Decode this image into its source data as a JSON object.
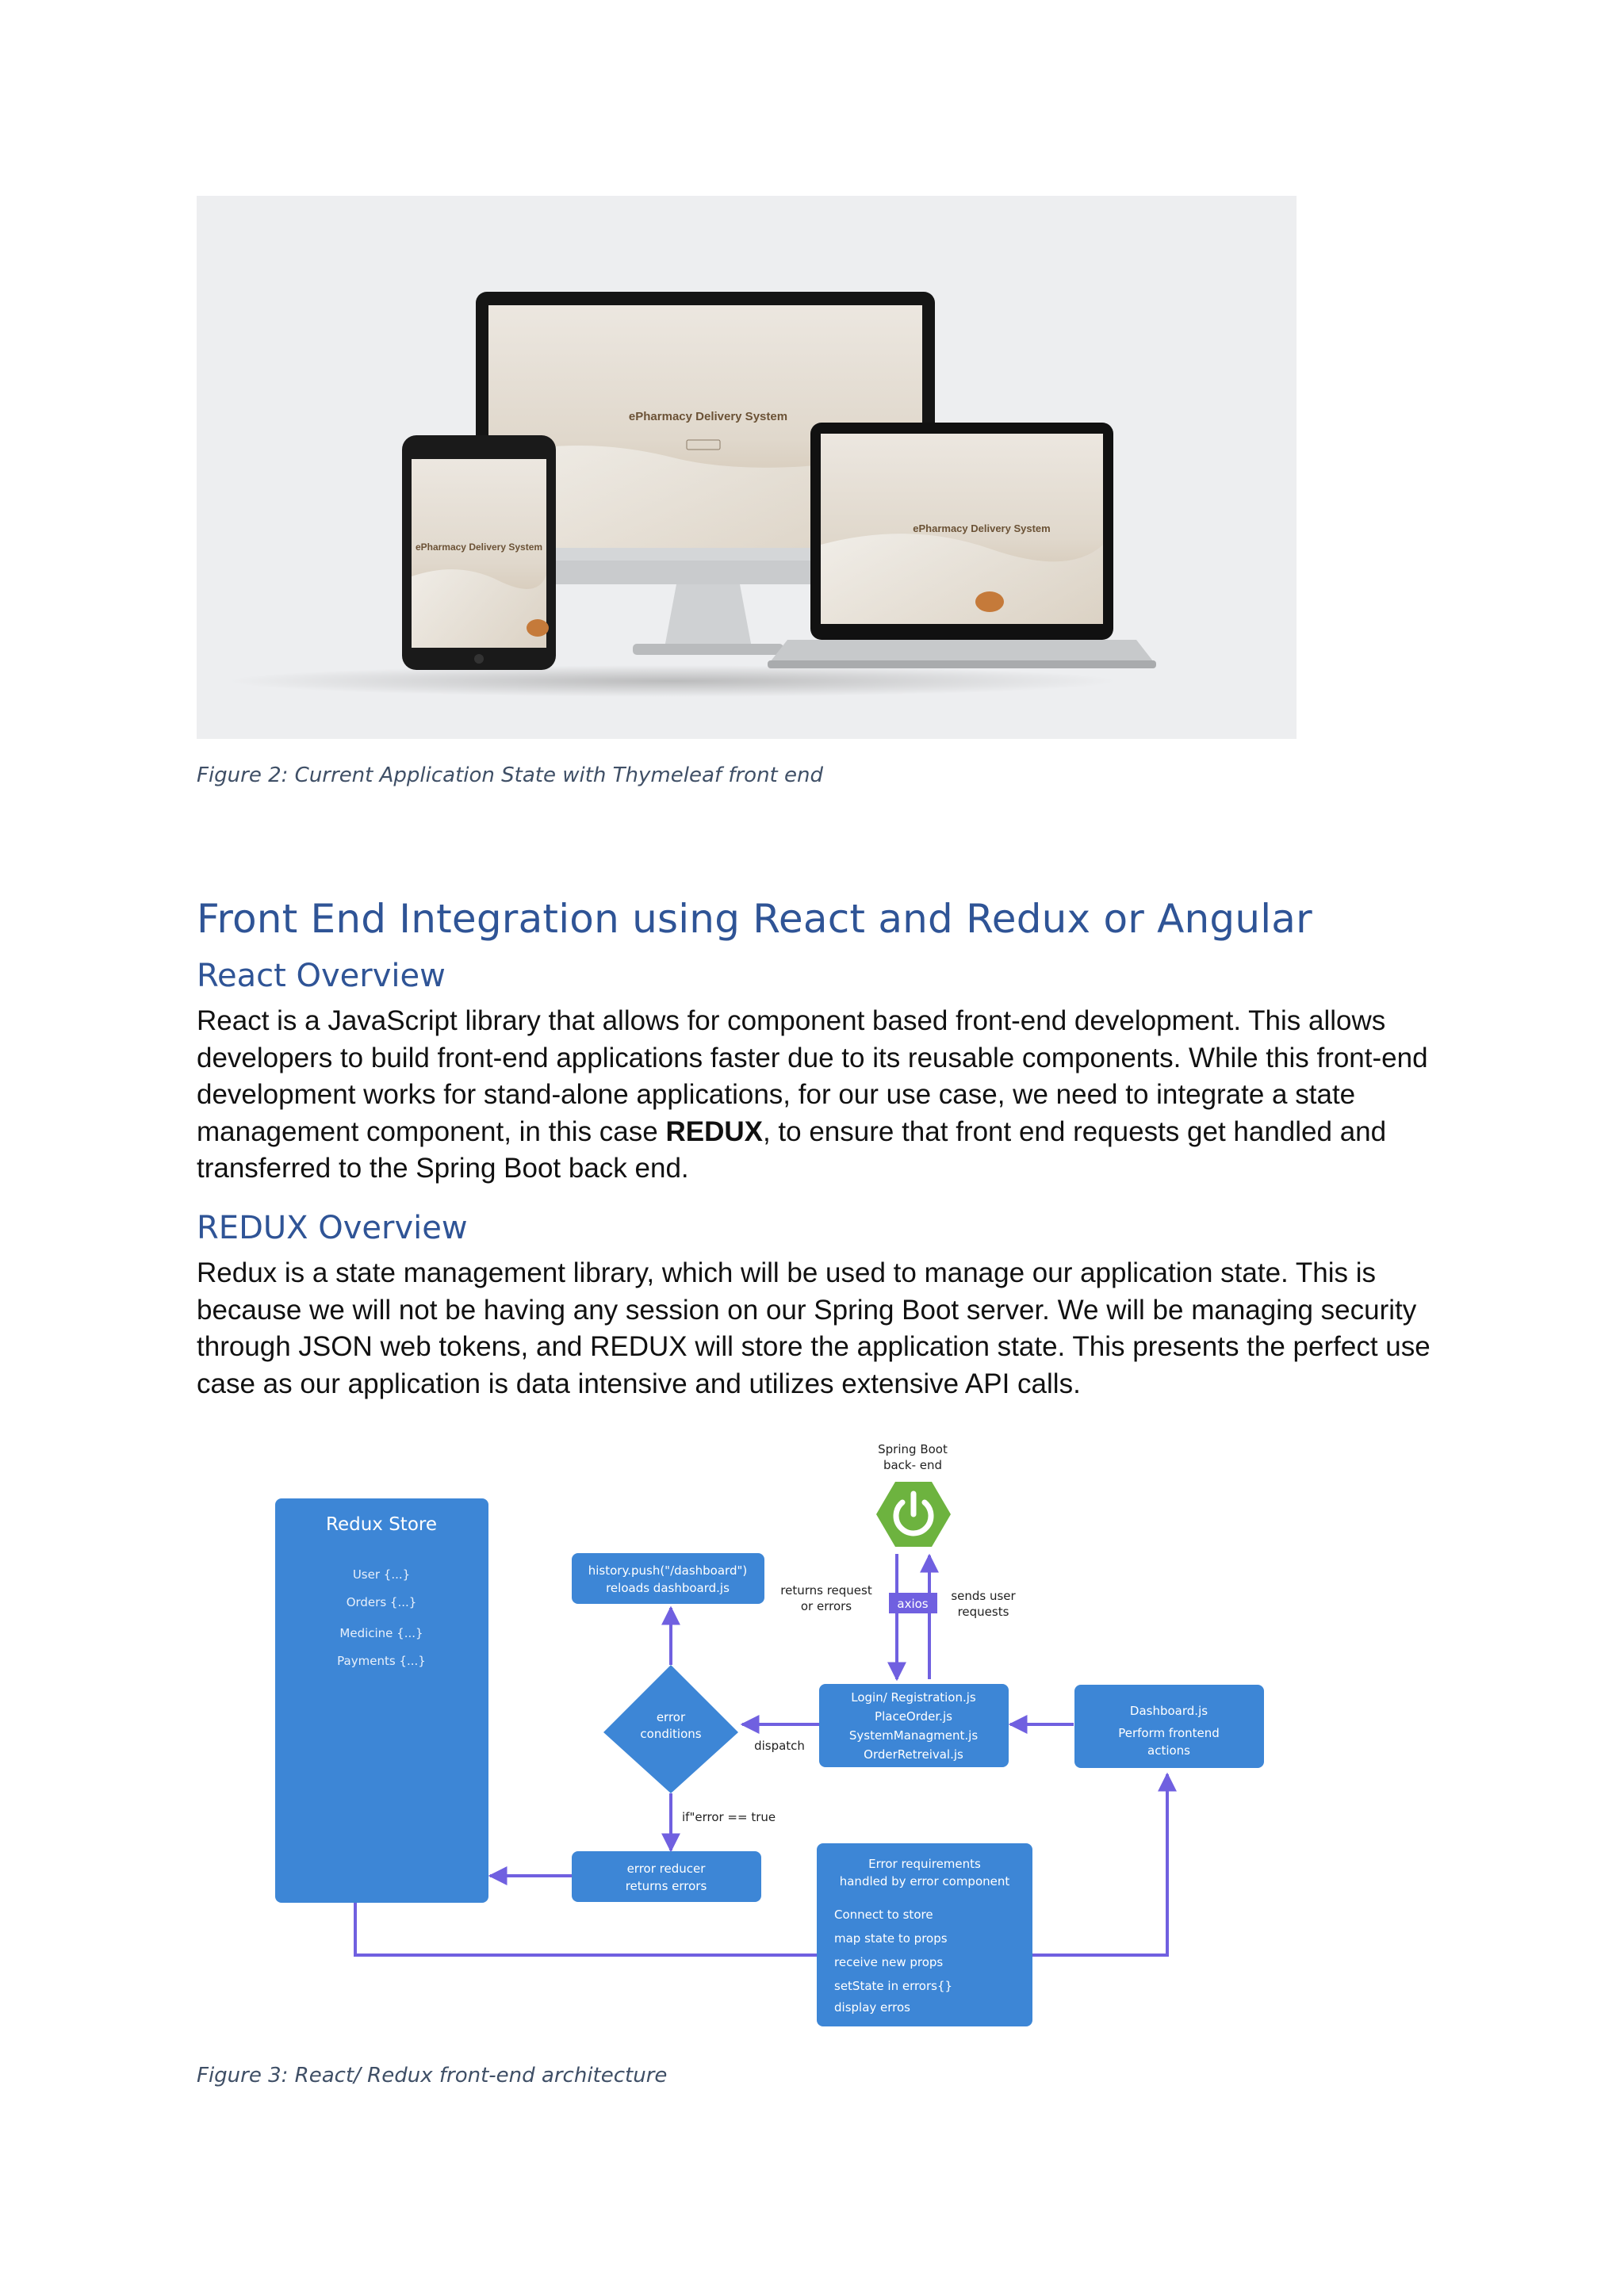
{
  "figure2": {
    "screen_title": "ePharmacy Delivery System",
    "caption": "Figure 2: Current Application State with Thymeleaf front end"
  },
  "section": {
    "heading": "Front End Integration using React and Redux or Angular",
    "react": {
      "title": "React Overview",
      "para_before_bold": "React is a JavaScript library that allows for component based front-end development. This allows developers to build front-end applications faster due to its reusable components. While this front-end development works for stand-alone applications, for our use case, we need to integrate a state management component, in this case ",
      "bold": "REDUX",
      "para_after_bold": ", to ensure that front end requests get handled and transferred to the Spring Boot back end."
    },
    "redux": {
      "title": "REDUX Overview",
      "para": "Redux is a state management library, which will be used to manage our application state. This is because we will not be having any session on our Spring Boot server. We will be managing security through JSON web tokens, and REDUX will store the application state. This presents the perfect use case as our application is data intensive and utilizes extensive API calls."
    }
  },
  "figure3": {
    "caption": "Figure 3: React/ Redux front-end architecture",
    "colors": {
      "box": "#3d86d6",
      "arrow": "#7060e0",
      "spring": "#6db33f"
    },
    "spring": {
      "line1": "Spring Boot",
      "line2": "back- end",
      "icon": "power-icon"
    },
    "store": {
      "title": "Redux Store",
      "items": [
        "User {...}",
        "Orders {...}",
        "Medicine {...}",
        "Payments {...}"
      ]
    },
    "history": {
      "line1": "history.push(\"/dashboard\")",
      "line2": "reloads dashboard.js"
    },
    "returns_label": {
      "line1": "returns request",
      "line2": "or errors"
    },
    "axios": "axios",
    "sends_label": {
      "line1": "sends user",
      "line2": "requests"
    },
    "decision": {
      "line1": "error",
      "line2": "conditions"
    },
    "components": [
      "Login/ Registration.js",
      "PlaceOrder.js",
      "SystemManagment.js",
      "OrderRetreival.js"
    ],
    "dispatch": "dispatch",
    "dashboard": {
      "line1": "Dashboard.js",
      "line2": "Perform frontend",
      "line3": "actions"
    },
    "if_label": "if\"error == true",
    "reducer": {
      "line1": "error reducer",
      "line2": "returns errors"
    },
    "error_box": {
      "title1": "Error requirements",
      "title2": "handled by error component",
      "items": [
        "Connect to store",
        "map state to props",
        "receive new props",
        "setState in errors{}",
        "display erros"
      ]
    }
  }
}
